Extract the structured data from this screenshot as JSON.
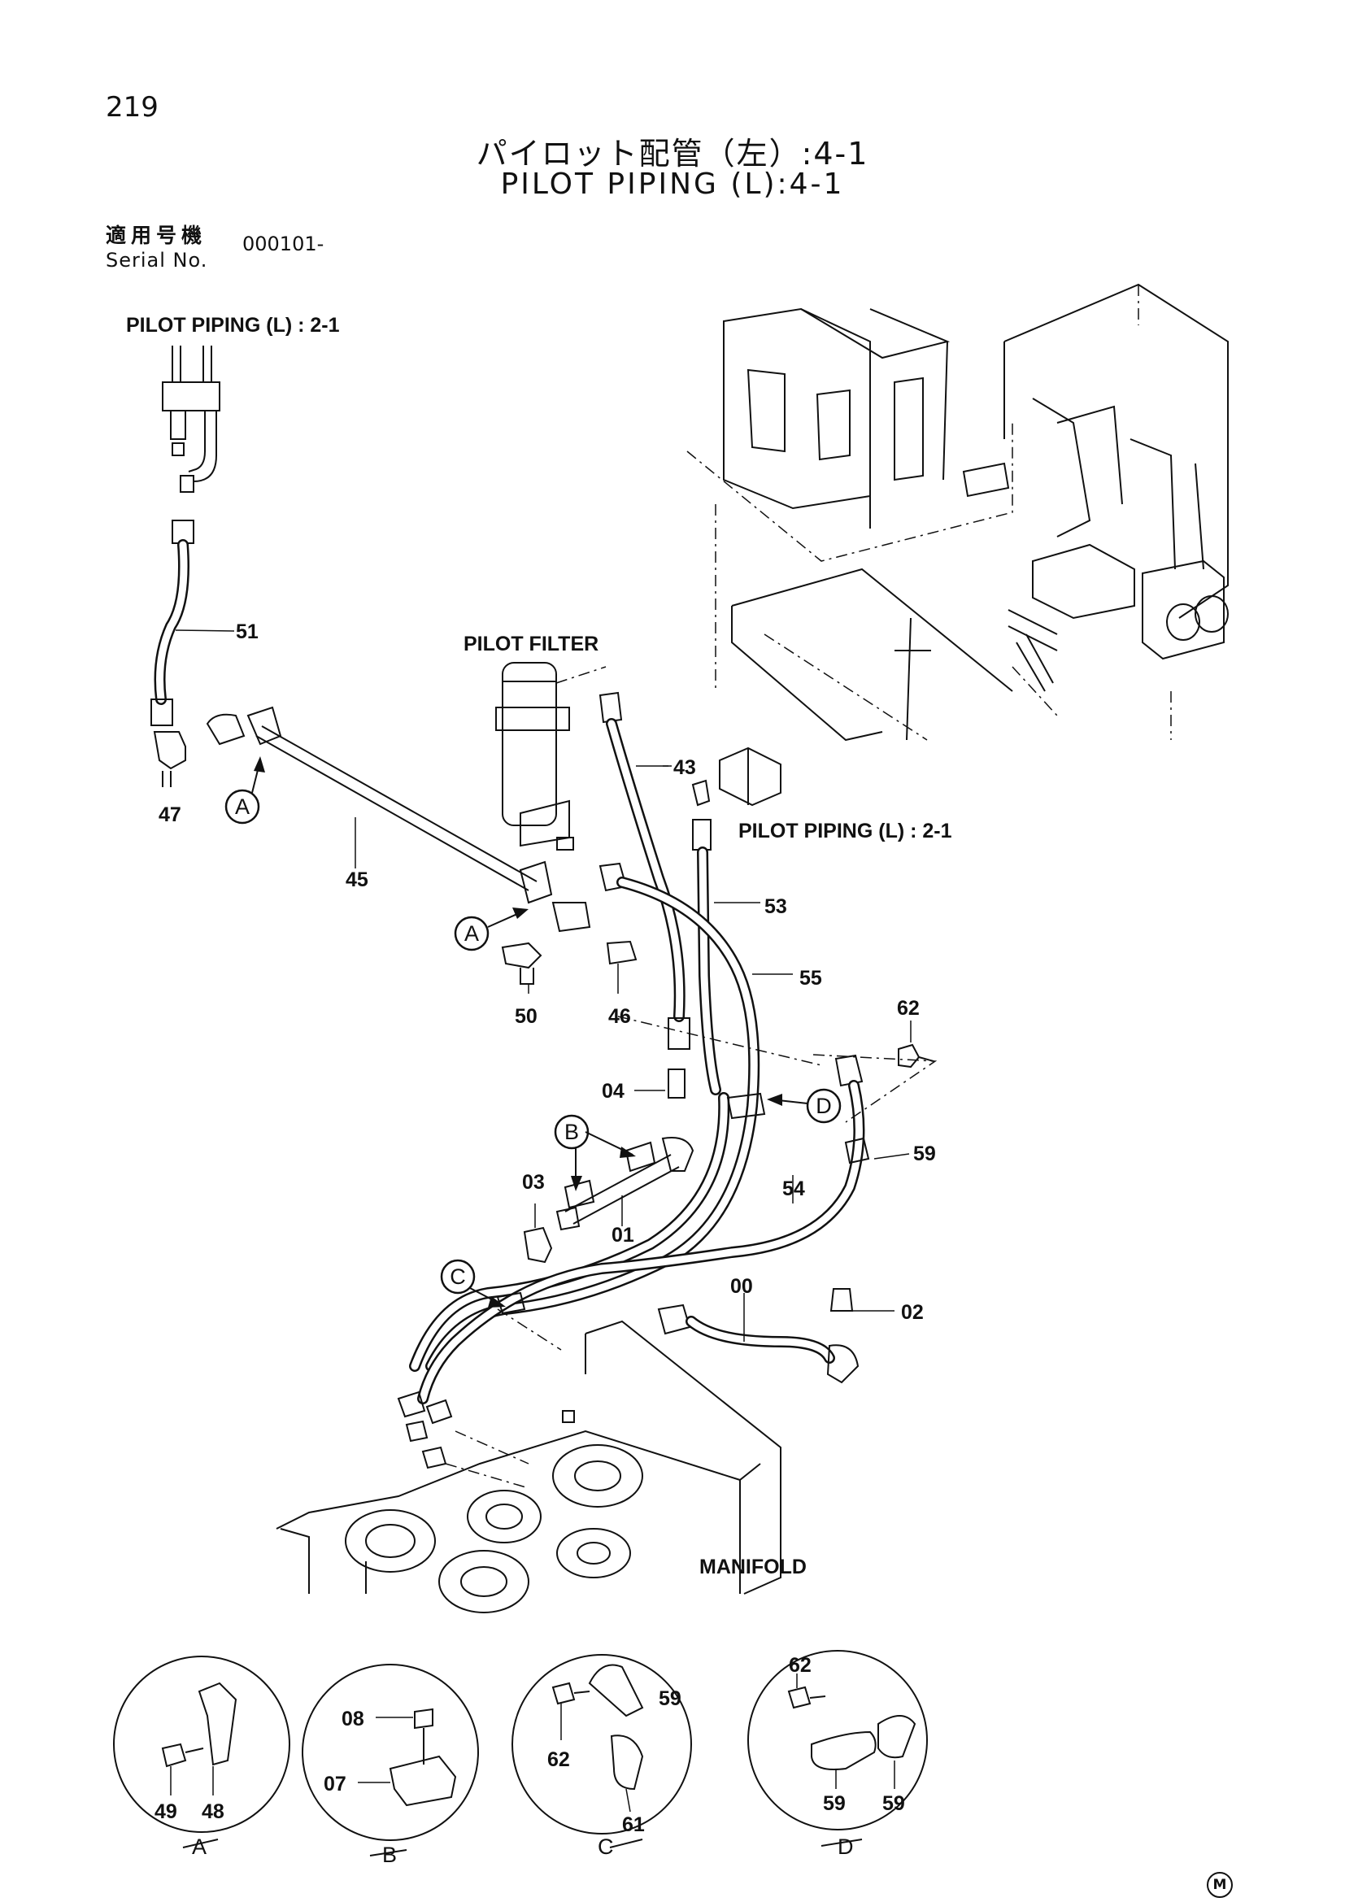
{
  "page_number": "219",
  "title_ja": "パイロット配管（左）:4-1",
  "title_en": "PILOT PIPING (L):4-1",
  "serial": {
    "label_ja": "適用号機",
    "label_en": "Serial No.",
    "value": "000101-"
  },
  "labels": {
    "pilot_piping_top": "PILOT PIPING (L) : 2-1",
    "pilot_filter": "PILOT FILTER",
    "pilot_piping_mid": "PILOT PIPING (L) : 2-1",
    "manifold": "MANIFOLD"
  },
  "parts": {
    "p51": "51",
    "p47": "47",
    "p45": "45",
    "p43": "43",
    "p53": "53",
    "p55": "55",
    "p50": "50",
    "p46": "46",
    "p62": "62",
    "p04": "04",
    "p59": "59",
    "p03": "03",
    "p01": "01",
    "p54": "54",
    "p00": "00",
    "p02": "02"
  },
  "callouts": {
    "a1": "A",
    "a2": "A",
    "b": "B",
    "c": "C",
    "d": "D"
  },
  "details": {
    "A": {
      "letter": "A",
      "parts": [
        "49",
        "48"
      ]
    },
    "B": {
      "letter": "B",
      "parts": [
        "08",
        "07"
      ]
    },
    "C": {
      "letter": "C",
      "parts": [
        "62",
        "59",
        "61"
      ]
    },
    "D": {
      "letter": "D",
      "parts": [
        "62",
        "59",
        "59"
      ]
    }
  },
  "corner_mark": "M"
}
